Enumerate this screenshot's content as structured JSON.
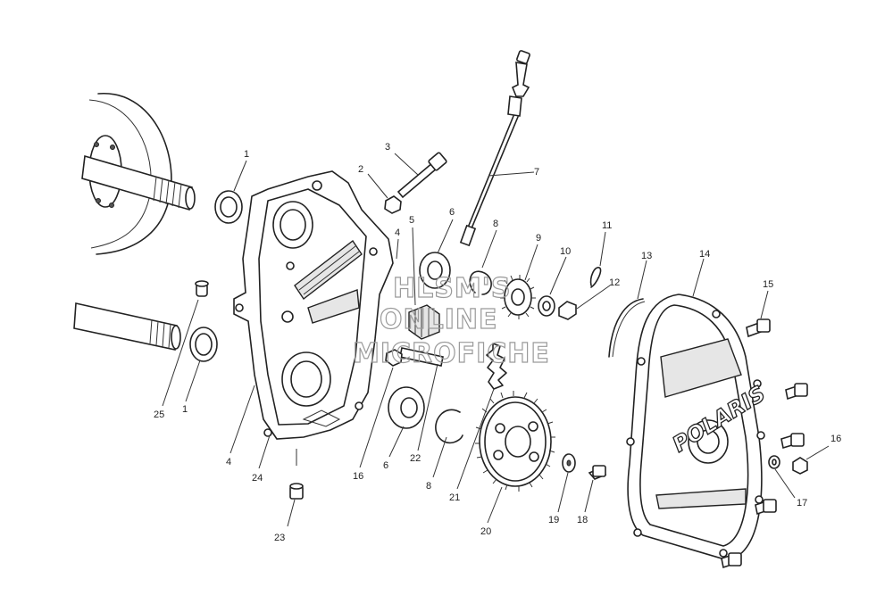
{
  "watermark": {
    "line1": "HLSM'S",
    "line2": "ONLINE",
    "line3": "MICROFICHE"
  },
  "cover_logo": "POLARIS",
  "callouts": [
    "1",
    "2",
    "3",
    "5",
    "4",
    "6",
    "7",
    "8",
    "9",
    "10",
    "11",
    "12",
    "13",
    "14",
    "15",
    "25",
    "1",
    "4",
    "24",
    "23",
    "16",
    "6",
    "22",
    "8",
    "21",
    "20",
    "19",
    "18",
    "16",
    "17"
  ]
}
